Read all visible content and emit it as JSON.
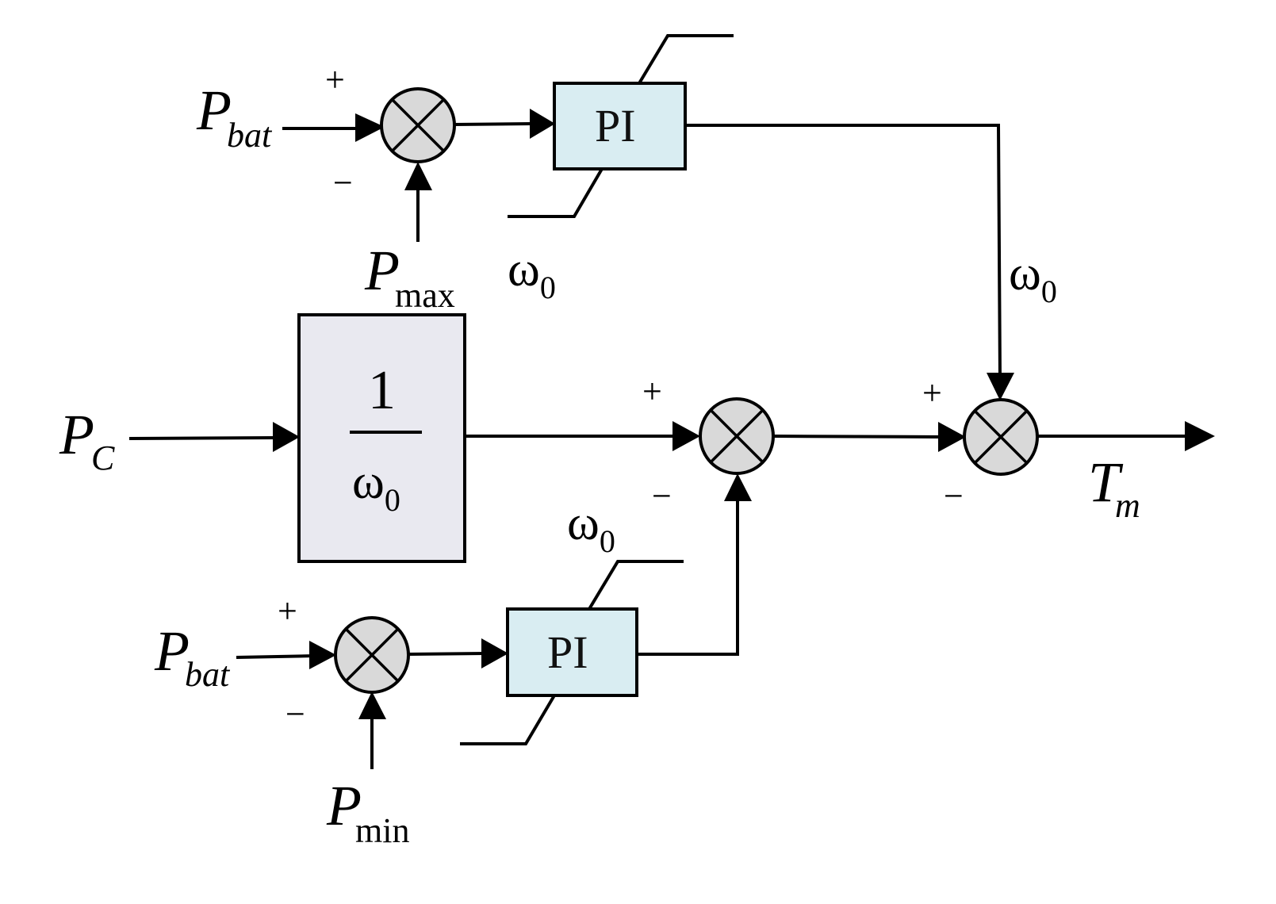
{
  "title": "Battery power-limited torque control block diagram",
  "colors": {
    "pi_block_fill": "#d9edf2",
    "gain_block_fill": "#e9e9f0",
    "sum_fill": "#d9d9d9",
    "line": "#000000"
  },
  "inputs": {
    "pbat_top": {
      "main": "P",
      "sub": "bat"
    },
    "pmax": {
      "main": "P",
      "sub": "max"
    },
    "pc": {
      "main": "P",
      "sub": "C"
    },
    "pbat_bottom": {
      "main": "P",
      "sub": "bat"
    },
    "pmin": {
      "main": "P",
      "sub": "min"
    }
  },
  "output": {
    "main": "T",
    "sub": "m"
  },
  "blocks": {
    "pi_top": {
      "label": "PI",
      "limit_label": {
        "main": "ω",
        "sub": "0"
      }
    },
    "gain": {
      "numerator": "1",
      "denominator": {
        "main": "ω",
        "sub": "0"
      }
    },
    "pi_bottom": {
      "label": "PI",
      "limit_label": {
        "main": "ω",
        "sub": "0"
      }
    }
  },
  "feedback_label": {
    "main": "ω",
    "sub": "0"
  },
  "summing_junctions": {
    "sum_top": {
      "plus": "+",
      "minus": "−"
    },
    "sum_mid": {
      "plus": "+",
      "minus": "−"
    },
    "sum_right": {
      "plus": "+",
      "minus": "−"
    },
    "sum_bottom": {
      "plus": "+",
      "minus": "−"
    }
  }
}
